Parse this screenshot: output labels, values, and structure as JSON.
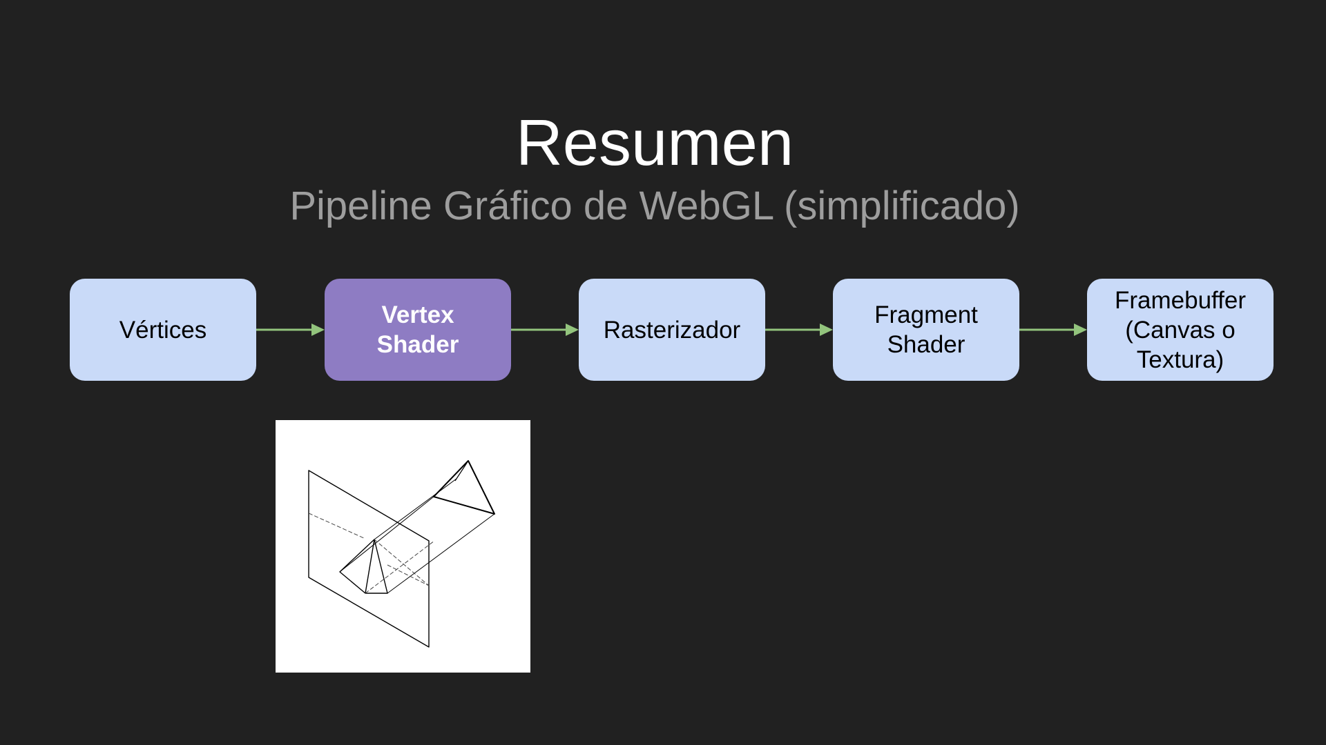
{
  "slide": {
    "title": "Resumen",
    "subtitle": "Pipeline Gráfico de WebGL (simplificado)"
  },
  "pipeline": {
    "stages": [
      {
        "label": "Vértices",
        "active": false
      },
      {
        "label": "Vertex\nShader",
        "active": true
      },
      {
        "label": "Rasterizador",
        "active": false
      },
      {
        "label": "Fragment\nShader",
        "active": false
      },
      {
        "label": "Framebuffer\n(Canvas o\nTextura)",
        "active": false
      }
    ]
  },
  "figure": {
    "icon": "perspective-projection-illustration-icon"
  },
  "colors": {
    "background": "#212121",
    "stage_fill": "#c9daf8",
    "active_stage_fill": "#8e7cc3",
    "arrow": "#93c47d",
    "subtitle": "#9e9e9e"
  }
}
